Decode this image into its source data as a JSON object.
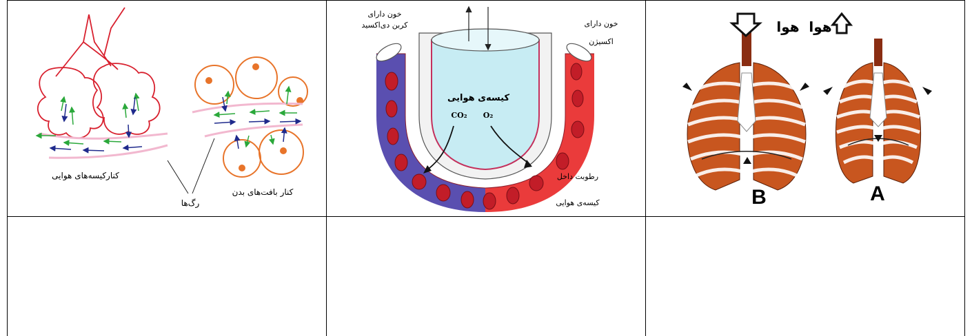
{
  "table": {
    "rows": 2,
    "columns": 3
  },
  "cells": {
    "left": {
      "label_air_sacs": "کنارکیسه‌های هوایی",
      "label_vessels": "رگ‌ها",
      "label_body_tissue": "کنار بافت‌های بدن"
    },
    "middle": {
      "label_co2_blood_line1": "خون دارای",
      "label_co2_blood_line2": "کربن دی‌اکسید",
      "label_o2_blood_line1": "خون دارای",
      "label_o2_blood_line2": "اکسیژن",
      "label_air_sac": "کیسه‌ی هوایی",
      "label_co2": "CO₂",
      "label_o2": "O₂",
      "label_moisture_line1": "رطوبت داخل",
      "label_moisture_line2": "کیسه‌ی هوایی"
    },
    "right": {
      "label_air_b": "هوا",
      "label_air_a": "هوا",
      "label_b": "B",
      "label_a": "A"
    }
  },
  "colors": {
    "alveolus_outline": "#d8202e",
    "tissue_outline": "#e8742a",
    "tissue_dot": "#e8742a",
    "vessel": "#f2b8cf",
    "arrow_green": "#2aa83a",
    "arrow_blue": "#1f2a8c",
    "deoxy_blood": "#5a4fb0",
    "oxy_blood": "#ea3b3b",
    "air_sac_fill": "#c7ecf3",
    "lung": "#c8561f"
  }
}
